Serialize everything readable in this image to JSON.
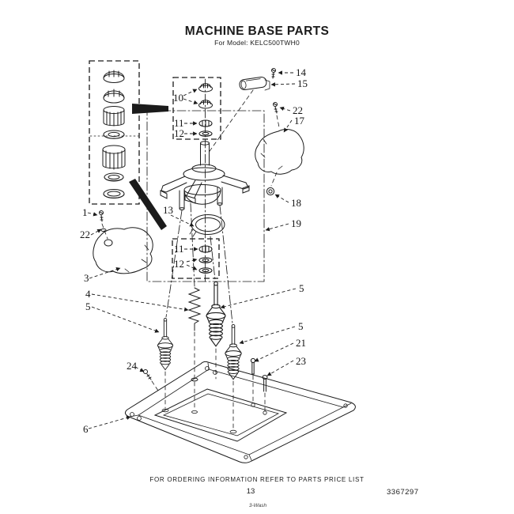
{
  "header": {
    "title": "MACHINE BASE PARTS",
    "subtitle": "For Model: KELC500TWH0"
  },
  "footer": {
    "ordering_note": "FOR ORDERING INFORMATION REFER TO PARTS PRICE LIST",
    "page_number": "13",
    "document_number": "3367297",
    "plate_mark": "3-Wash"
  },
  "diagram": {
    "callouts": {
      "k1": "1",
      "k3": "3",
      "k4": "4",
      "k5a": "5",
      "k5b": "5",
      "k5c": "5",
      "k6": "6",
      "k10": "10",
      "k11a": "11",
      "k11b": "11",
      "k12a": "12",
      "k12b": "12",
      "k13": "13",
      "k14": "14",
      "k15": "15",
      "k17": "17",
      "k18": "18",
      "k19": "19",
      "k21": "21",
      "k22l": "22",
      "k22r": "22",
      "k23": "23",
      "k24": "24"
    }
  }
}
